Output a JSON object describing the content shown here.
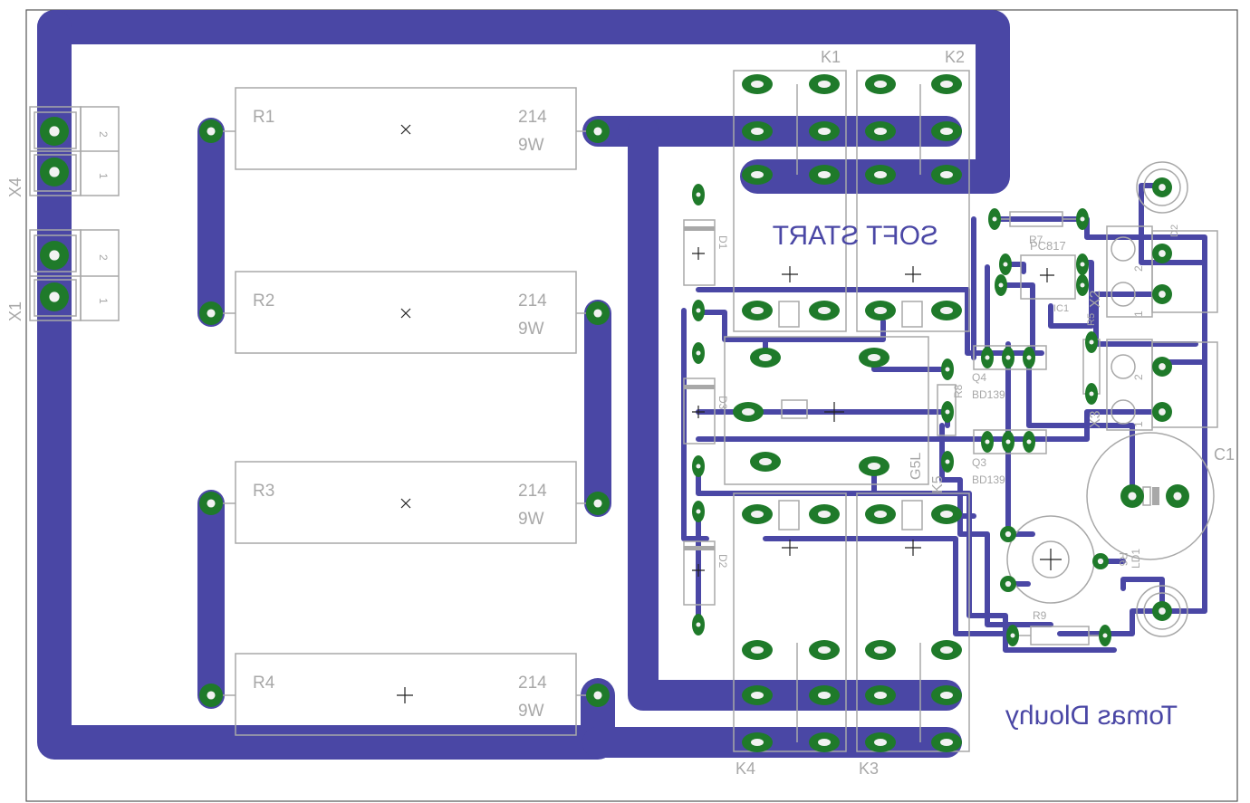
{
  "board": {
    "title_mirrored": "SOFT START",
    "author_mirrored": "Tomas Dlouhy",
    "colors": {
      "track": "#4a47a5",
      "pad": "#1f7a2a",
      "silkscreen": "#a8a8a8",
      "outline": "#555555"
    }
  },
  "resistors": [
    {
      "ref": "R1",
      "value": "214",
      "power": "9W"
    },
    {
      "ref": "R2",
      "value": "214",
      "power": "9W"
    },
    {
      "ref": "R3",
      "value": "214",
      "power": "9W"
    },
    {
      "ref": "R4",
      "value": "214",
      "power": "9W"
    }
  ],
  "relays": [
    "K1",
    "K2",
    "K3",
    "K4",
    "K5"
  ],
  "connectors": {
    "x4": "X4",
    "x1": "X1",
    "x2": "X2",
    "x3": "X3",
    "pin_1": "1",
    "pin_2": "2"
  },
  "diodes": [
    "D1",
    "D2",
    "D3"
  ],
  "small_parts": {
    "r7": "R7",
    "pc817": "PC817",
    "ic1": "IC1",
    "q4": "Q4",
    "q4_type": "BD139",
    "q3": "Q3",
    "q3_type": "BD139",
    "r8": "R8",
    "r6": "R6",
    "r9": "R9",
    "c1": "C1",
    "ld1": "LD1",
    "ld2": "D2",
    "g5l": "G5L",
    "k5": "K5",
    "d2_mark": "D2",
    "r5": "R5"
  }
}
